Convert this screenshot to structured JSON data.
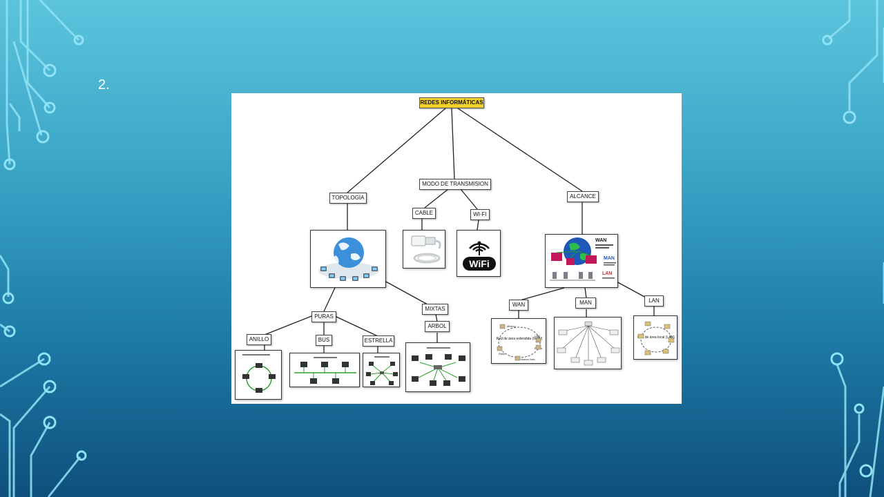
{
  "slide": {
    "number": "2."
  },
  "diagram": {
    "root": "REDES INFORMÁTICAS",
    "topologia": "TOPOLOGÍA",
    "modo": "MODO DE TRANSMISION",
    "alcance": "ALCANCE",
    "cable": "CABLE",
    "wifi": "WI-FI",
    "puras": "PURAS",
    "mixtas": "MIXTAS",
    "anillo": "ANILLO",
    "bus": "BUS",
    "estrella": "ESTRELLA",
    "arbol": "ARBOL",
    "wan": "WAN",
    "man": "MAN",
    "lan": "LAN"
  },
  "images": {
    "wifi_logo": "WiFi",
    "alcance_wan": "WAN",
    "alcance_man": "MAN",
    "alcance_lan": "LAN",
    "wan_center": "Red de área extendida (WAN)",
    "wan_cities": [
      "Mexico",
      "LAN",
      "Roma",
      "Nueva York",
      "Paris"
    ],
    "lan_center": "Red de área local (LAN)"
  }
}
